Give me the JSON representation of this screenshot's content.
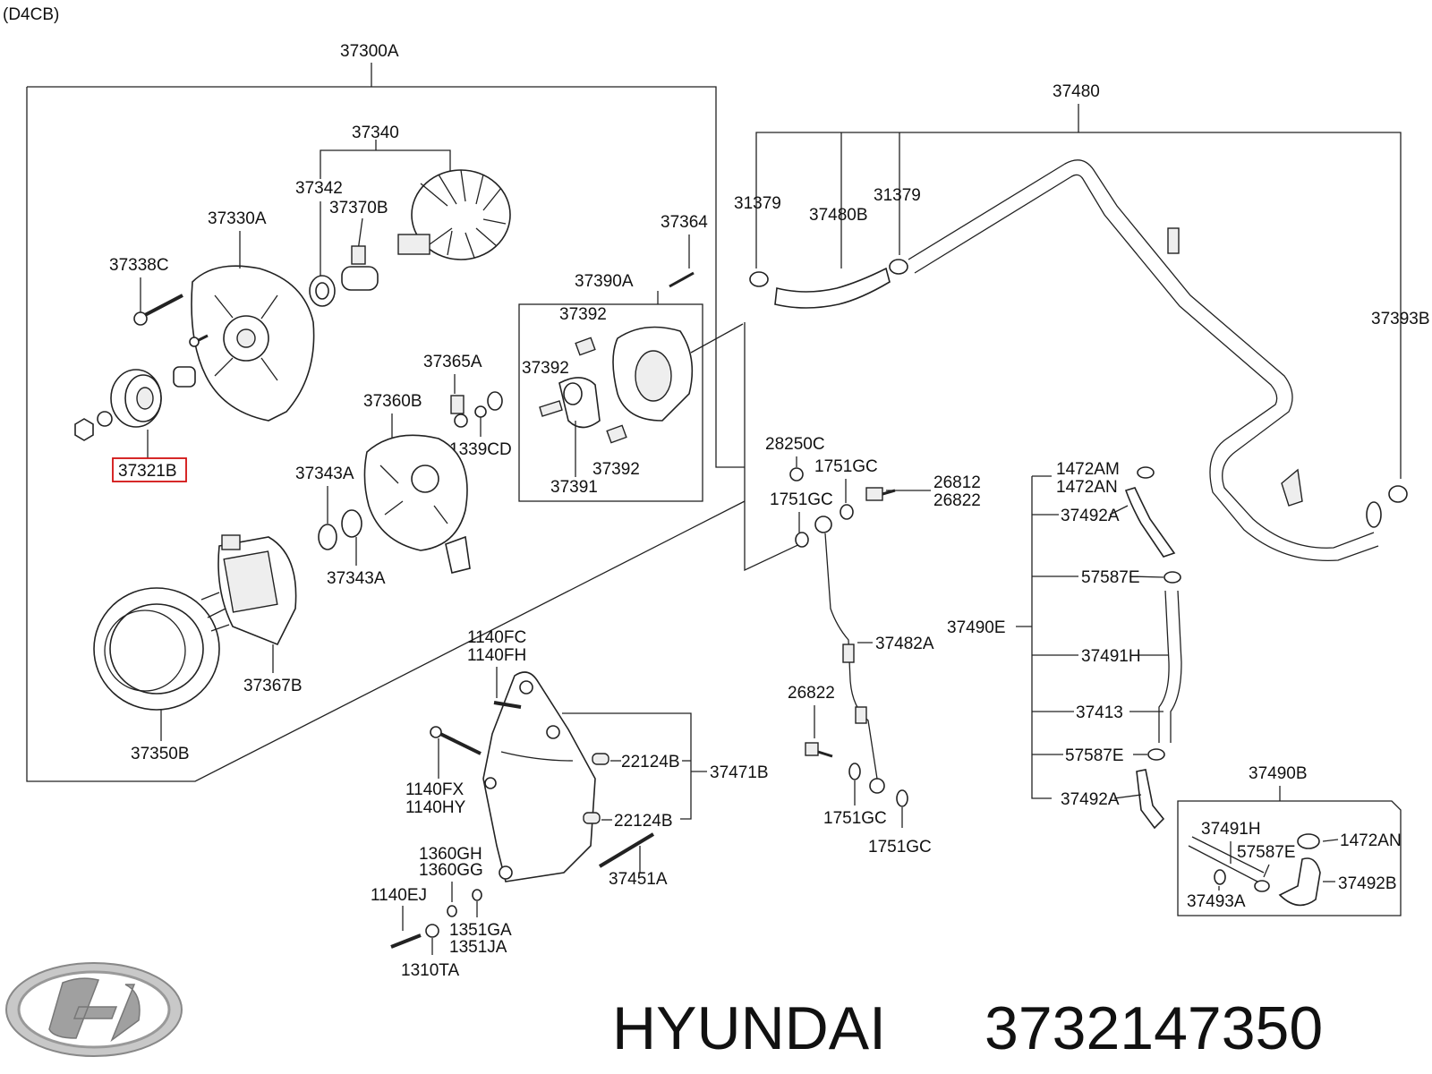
{
  "header": {
    "variant": "(D4CB)"
  },
  "footer": {
    "brand": "HYUNDAI",
    "part_number": "3732147350",
    "logo_icon": "hyundai-logo-icon"
  },
  "highlight": {
    "label": "37321B",
    "color": "#d11111"
  },
  "labels": {
    "l37300A": "37300A",
    "l37340": "37340",
    "l37342": "37342",
    "l37370B": "37370B",
    "l37330A": "37330A",
    "l37364": "37364",
    "l37338C": "37338C",
    "l37390A": "37390A",
    "l37392a": "37392",
    "l37392b": "37392",
    "l37392c": "37392",
    "l37391": "37391",
    "l37365A": "37365A",
    "l37360B": "37360B",
    "l1339CD": "1339CD",
    "l37321B": "37321B",
    "l37343Aa": "37343A",
    "l37343Ab": "37343A",
    "l37367B": "37367B",
    "l37350B": "37350B",
    "l1140FC": "1140FC",
    "l1140FH": "1140FH",
    "l1140FX": "1140FX",
    "l1140HY": "1140HY",
    "l22124Ba": "22124B",
    "l22124Bb": "22124B",
    "l37471B": "37471B",
    "l37451A": "37451A",
    "l1360GH": "1360GH",
    "l1360GG": "1360GG",
    "l1140EJ": "1140EJ",
    "l1351GA": "1351GA",
    "l1351JA": "1351JA",
    "l1310TA": "1310TA",
    "l37480": "37480",
    "l31379a": "31379",
    "l31379b": "31379",
    "l37480B": "37480B",
    "l37393B": "37393B",
    "l28250C": "28250C",
    "l1751GCa": "1751GC",
    "l1751GCb": "1751GC",
    "l1751GCc": "1751GC",
    "l1751GCd": "1751GC",
    "l26812": "26812",
    "l26822a": "26822",
    "l26822b": "26822",
    "l37482A": "37482A",
    "l1472AMa": "1472AM",
    "l1472ANa": "1472AN",
    "l37492Aa": "37492A",
    "l57587Ea": "57587E",
    "l37490E": "37490E",
    "l37491Ha": "37491H",
    "l37413": "37413",
    "l57587Eb": "57587E",
    "l37492Ab": "37492A",
    "l37490B": "37490B",
    "l37491Hb": "37491H",
    "l57587Ec": "57587E",
    "l1472ANb": "1472AN",
    "l37492B": "37492B",
    "l37493A": "37493A"
  }
}
